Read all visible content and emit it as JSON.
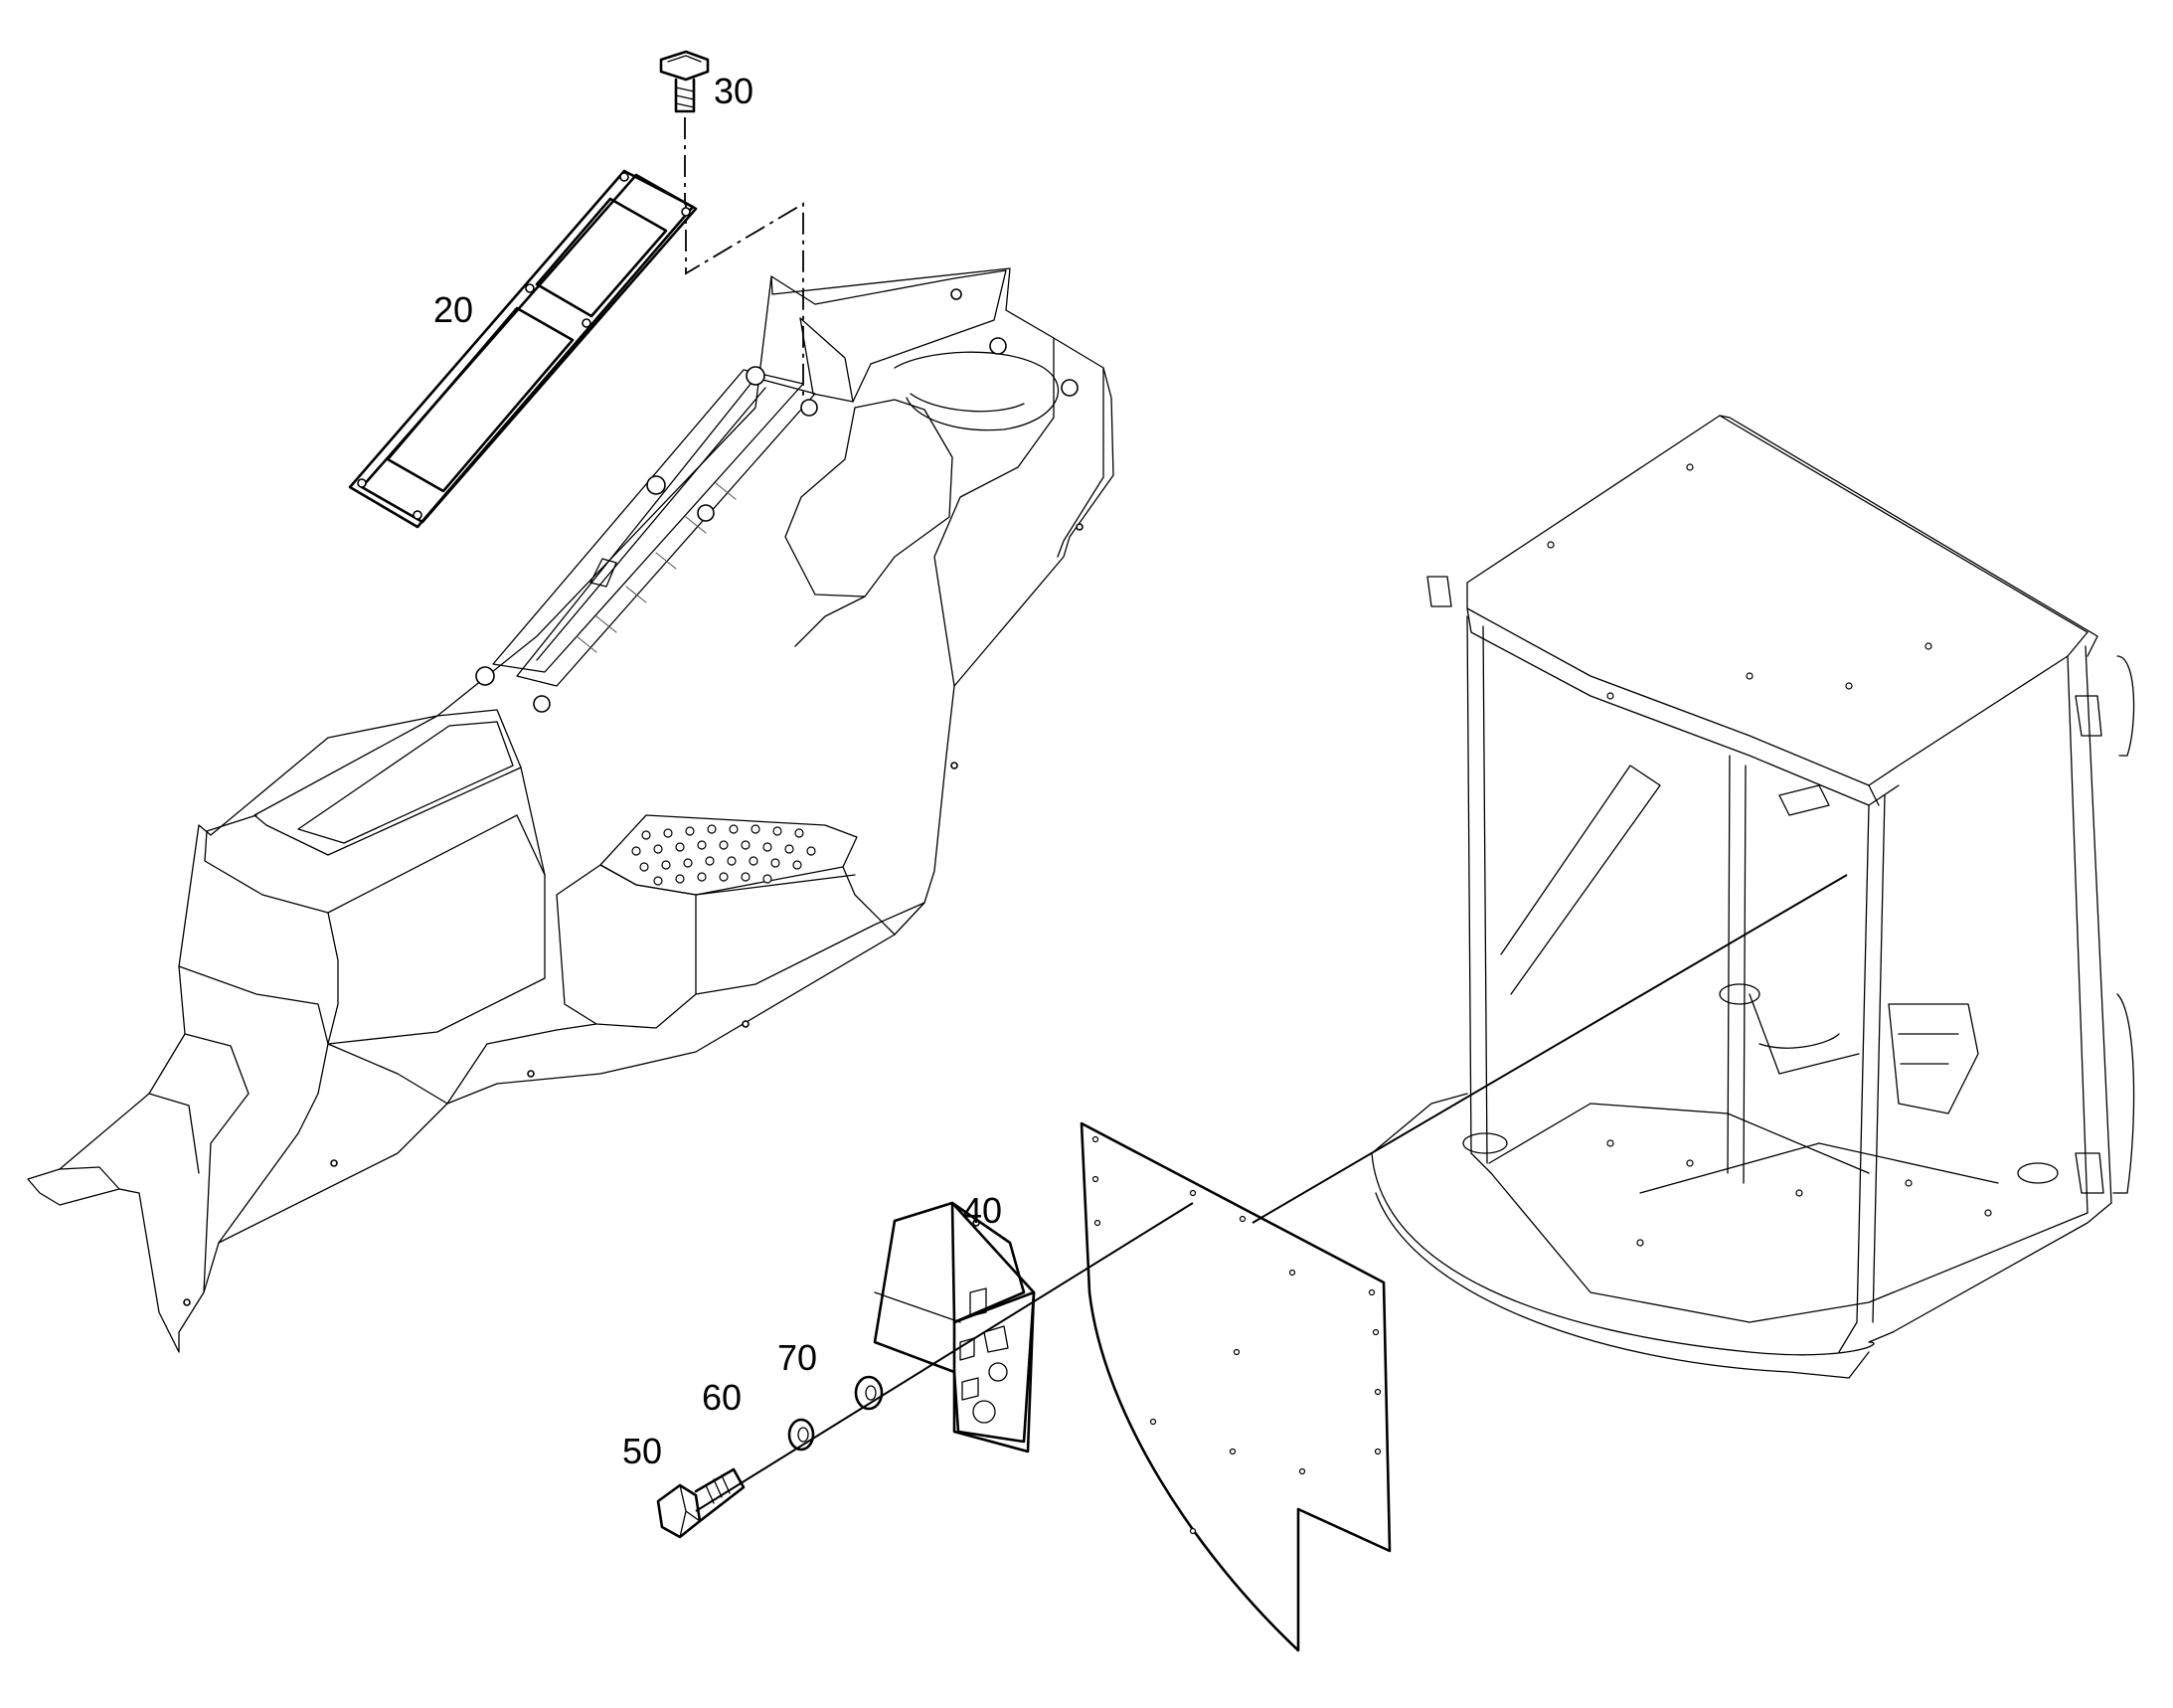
{
  "diagram": {
    "callouts": [
      {
        "id": "30",
        "label": "30"
      },
      {
        "id": "20",
        "label": "20"
      },
      {
        "id": "40",
        "label": "40"
      },
      {
        "id": "70",
        "label": "70"
      },
      {
        "id": "60",
        "label": "60"
      },
      {
        "id": "50",
        "label": "50"
      }
    ]
  },
  "colors": {
    "line": "#000000",
    "background": "#ffffff"
  }
}
